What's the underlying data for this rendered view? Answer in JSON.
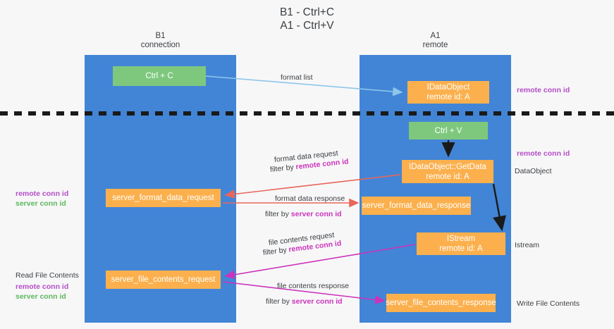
{
  "title": "B1 - Ctrl+C\nA1 - Ctrl+V",
  "columns": {
    "left": "B1\nconnection",
    "right": "A1\nremote"
  },
  "nodes": {
    "ctrl_c": "Ctrl + C",
    "idataobject": "IDataObject\nremote id: A",
    "ctrl_v": "Ctrl + V",
    "getdata": "IDataObject::GetData\nremote id: A",
    "server_format_data_request": "server_format_data_request",
    "server_format_data_response": "server_format_data_response",
    "istream": "IStream\nremote id: A",
    "server_file_contents_request": "server_file_contents_request",
    "server_file_contents_response": "server_file_contents_response"
  },
  "right_annotations": {
    "remote_conn_id_top": "remote conn id",
    "remote_conn_id_mid": "remote conn id",
    "dataobject": "DataObject",
    "istream": "Istream",
    "write_file_contents": "Write File Contents"
  },
  "left_annotations": {
    "remote_conn_id": "remote conn id",
    "server_conn_id": "server conn id",
    "read_file_contents": "Read File Contents",
    "remote_conn_id_2": "remote conn id",
    "server_conn_id_2": "server conn id"
  },
  "edge_labels": {
    "format_list": "format list",
    "format_data_request": "format data request",
    "format_data_request_filter_prefix": "filter by ",
    "format_data_request_filter_key": "remote conn id",
    "format_data_response": "format data response",
    "format_data_response_filter_prefix": "filter by ",
    "format_data_response_filter_key": "server conn id",
    "file_contents_request": "file contents request",
    "file_contents_request_filter_prefix": "filter by ",
    "file_contents_request_filter_key": "remote conn id",
    "file_contents_response": "file contents response",
    "file_contents_response_filter_prefix": "filter by ",
    "file_contents_response_filter_key": "server conn id"
  },
  "colors": {
    "lane": "#4285d6",
    "green_node": "#7ec87e",
    "orange_node": "#fbb04d",
    "purple_text": "#b44ec6",
    "green_text": "#5cb85c",
    "magenta_edge": "#cc33bb",
    "red_edge": "#e8665a",
    "blue_edge": "#8ec6ea",
    "divider": "#1a1a1a"
  }
}
